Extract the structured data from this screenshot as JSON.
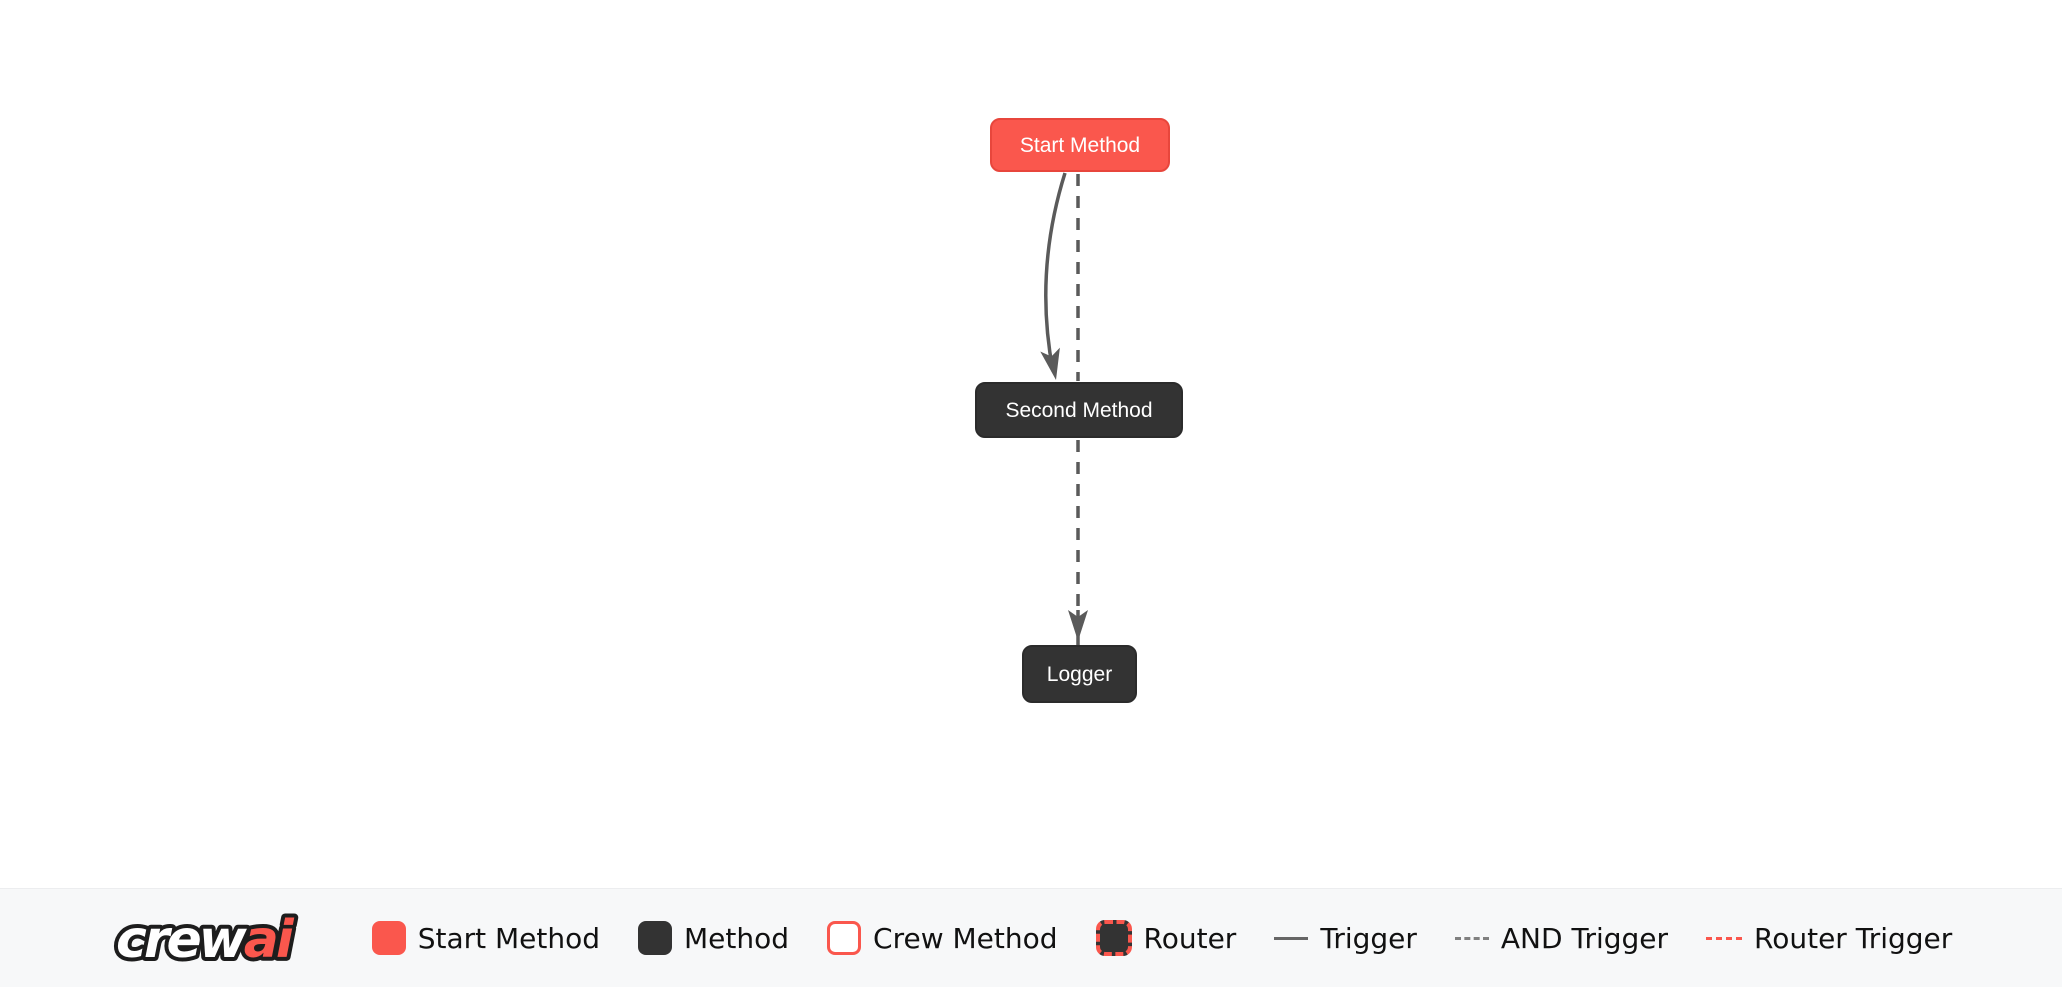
{
  "flow": {
    "nodes": [
      {
        "id": "start-method",
        "label": "Start Method",
        "type": "start-method"
      },
      {
        "id": "second-method",
        "label": "Second Method",
        "type": "method"
      },
      {
        "id": "logger",
        "label": "Logger",
        "type": "method"
      }
    ],
    "edges": [
      {
        "from": "start-method",
        "to": "second-method",
        "type": "trigger",
        "style": "solid-curved"
      },
      {
        "from": "start-method",
        "to": "logger",
        "type": "and-trigger",
        "style": "dashed"
      },
      {
        "from": "second-method",
        "to": "logger",
        "type": "and-trigger",
        "style": "dashed"
      }
    ]
  },
  "legend": {
    "logo": {
      "part1": "crew",
      "part2": "ai"
    },
    "items": [
      {
        "label": "Start Method",
        "swatch": "start-method-swatch"
      },
      {
        "label": "Method",
        "swatch": "method-swatch"
      },
      {
        "label": "Crew Method",
        "swatch": "crew-method-swatch"
      },
      {
        "label": "Router",
        "swatch": "router-swatch"
      },
      {
        "label": "Trigger",
        "swatch": "trigger-line"
      },
      {
        "label": "AND Trigger",
        "swatch": "and-trigger-line"
      },
      {
        "label": "Router Trigger",
        "swatch": "router-trigger-line"
      }
    ]
  },
  "colors": {
    "start_node": "#FA574D",
    "start_node_border": "#E8463C",
    "method_node": "#333333",
    "edge": "#5A5A5A",
    "router_trigger": "#FA574D",
    "canvas_bg": "#FFFFFF",
    "footer_bg": "#F7F8F9",
    "footer_text": "#111111"
  }
}
